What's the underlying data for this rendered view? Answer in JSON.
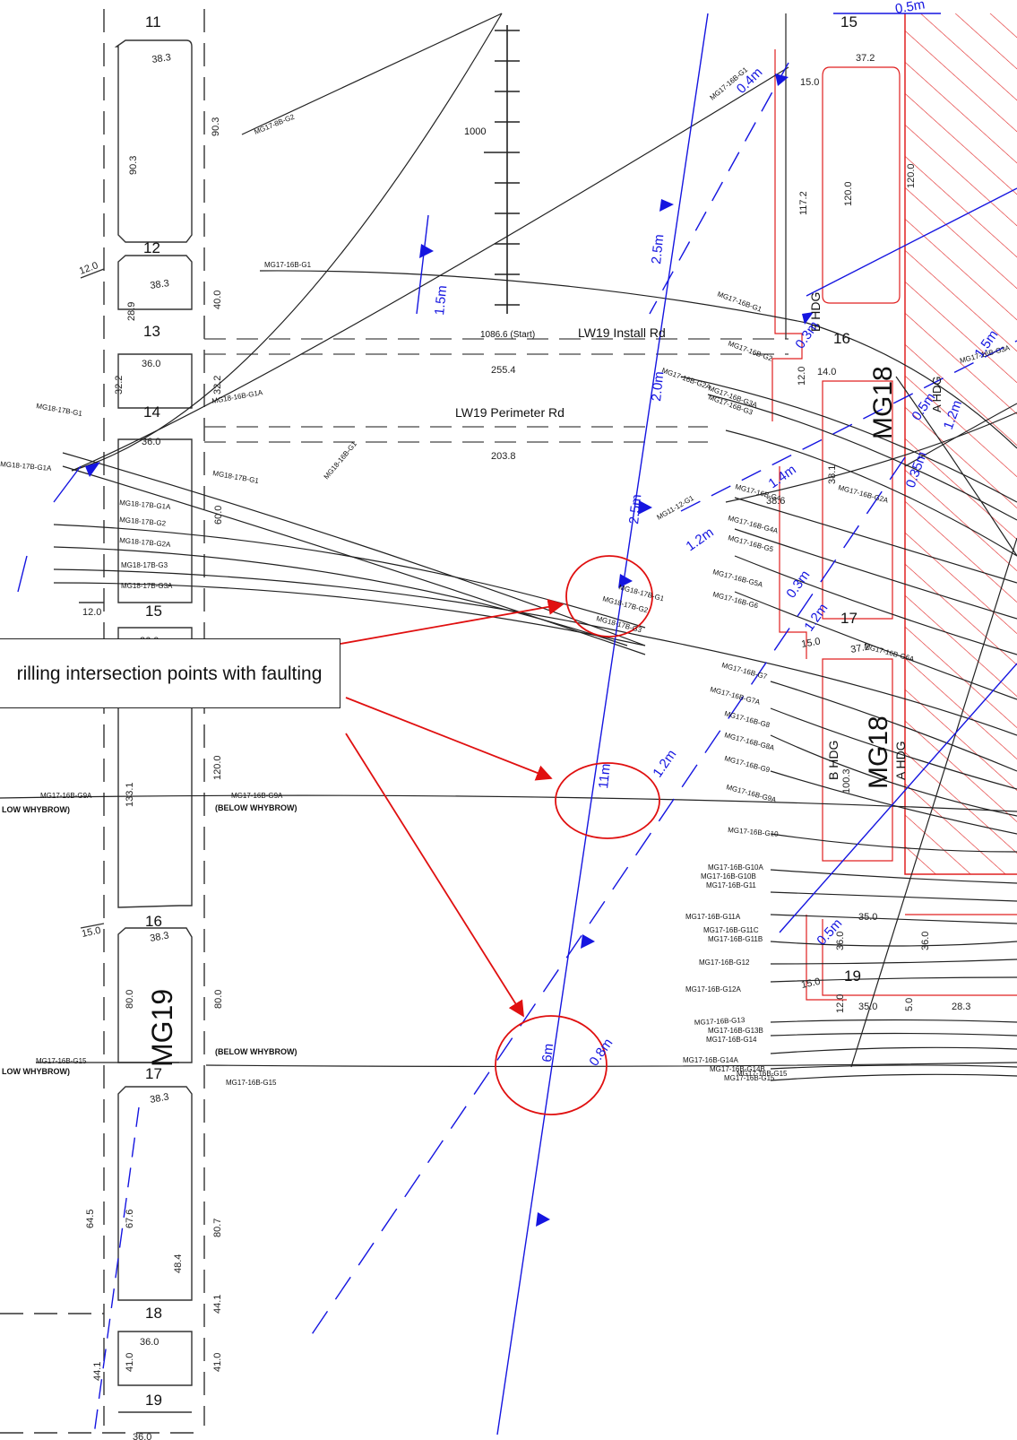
{
  "callout": {
    "text": "rilling intersection points with faulting"
  },
  "colors": {
    "gateroad": "#222222",
    "fault": "#1515e0",
    "panel": "#e02020",
    "callout_arrow": "#e01010"
  },
  "roadway_labels": {
    "mg19": "MG19",
    "mg18_top": "MG18",
    "mg18_bottom": "MG18",
    "b_hdg_top": "B HDG",
    "a_hdg_top": "A HDG",
    "b_hdg_bottom": "B HDG",
    "a_hdg_bottom": "A HDG",
    "lw19_install": "LW19 Install Rd",
    "lw19_perimeter": "LW19 Perimeter Rd",
    "install_start": "1086.6 (Start)",
    "chainage_1000": "1000"
  },
  "cut_throughs": [
    "11",
    "12",
    "13",
    "14",
    "15",
    "16",
    "17",
    "18",
    "19",
    "15",
    "16",
    "17",
    "19"
  ],
  "dimensions": [
    "38.3",
    "90.3",
    "90.3",
    "12.0",
    "38.3",
    "28.9",
    "40.0",
    "36.0",
    "32.2",
    "32.2",
    "36.0",
    "60.0",
    "12.0",
    "36.0",
    "120.0",
    "133.1",
    "15.0",
    "38.3",
    "80.0",
    "80.0",
    "38.3",
    "64.5",
    "67.6",
    "48.4",
    "80.7",
    "36.0",
    "44.1",
    "44.1",
    "41.0",
    "41.0",
    "36.0",
    "255.4",
    "203.8",
    "37.2",
    "15.0",
    "117.2",
    "120.0",
    "120.0",
    "14.0",
    "12.0",
    "38.6",
    "37.2",
    "15.0",
    "100.3",
    "35.0",
    "35.0",
    "28.3",
    "15.0",
    "12.0",
    "38.1",
    "36.0",
    "36.0",
    "5.0"
  ],
  "fault_throws": [
    "1.5m",
    "2.5m",
    "2.0m",
    "2.5m",
    "1.4m",
    "1.2m",
    "0.3m",
    "1.2m",
    "11m",
    "1.2m",
    "0.5m",
    "6m",
    "0.8m",
    "0.5m",
    "0.4m",
    "0.35m",
    "1.5m",
    "1.2m",
    "0.5m",
    "0.3m"
  ],
  "note_labels": [
    "(BELOW WHYBROW)",
    "LOW WHYBROW)",
    "(BELOW WHYBROW)",
    "LOW WHYBROW)"
  ],
  "borehole_labels": [
    "MG17-8B-G2",
    "MG17-16B-G1",
    "MG18-17B-G1",
    "MG18-17B-G1A",
    "MG18-16B-G1",
    "MG18-16B-G1A",
    "MG18-17B-G1",
    "MG18-17B-G1A",
    "MG18-17B-G2",
    "MG18-17B-G2A",
    "MG18-17B-G3",
    "MG18-17B-G3A",
    "MG18-17B-G1",
    "MG18-17B-G2",
    "MG18-17B-G3",
    "MG17-16B-G1",
    "MG17-16B-G2",
    "MG17-16B-G2A",
    "MG17-16B-G3",
    "MG17-16B-G3A",
    "MG17-16B-G4",
    "MG17-16B-G4A",
    "MG17-16B-G5",
    "MG17-16B-G5A",
    "MG17-16B-G6",
    "MG17-16B-G7",
    "MG17-16B-G7A",
    "MG17-16B-G8",
    "MG17-16B-G8A",
    "MG17-16B-G9",
    "MG17-16B-G9A",
    "MG17-16B-G9A",
    "MG17-16B-G9A",
    "MG17-16B-G10",
    "MG17-16B-G10A",
    "MG17-16B-G10B",
    "MG17-16B-G11",
    "MG17-16B-G11A",
    "MG17-16B-G11C",
    "MG17-16B-G11B",
    "MG17-16B-G12",
    "MG17-16B-G12A",
    "MG17-16B-G13",
    "MG17-16B-G13B",
    "MG17-16B-G14",
    "MG17-16B-G14A",
    "MG17-16B-G14B",
    "MG17-16B-G15",
    "MG17-16B-G15",
    "MG17-16B-G15",
    "MG17-16B-G15",
    "MG17-16B-G6A",
    "MG17-16B-G2A",
    "MG17-16B-G3A",
    "MG11-12-G1",
    "MG17-16B-G1"
  ]
}
